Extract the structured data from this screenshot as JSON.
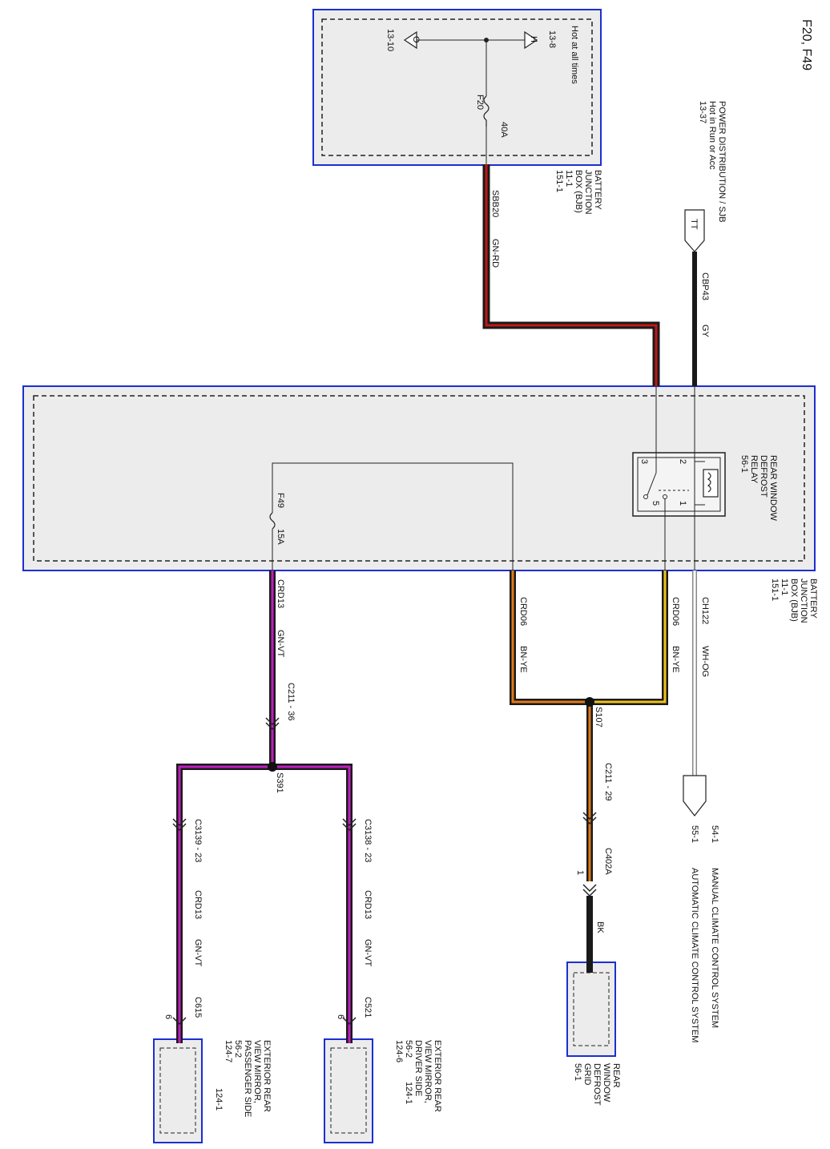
{
  "title": "F20, F49",
  "bjb_top": {
    "hot": "Hot at all times",
    "pin_13_8": "13-8",
    "pin_13_10": "13-10",
    "h": "H",
    "o": "O",
    "fuse_name": "F20",
    "fuse_rating": "40A",
    "name1": "BATTERY",
    "name2": "JUNCTION",
    "name3": "BOX (BJB)",
    "ref1": "11-1",
    "ref2": "151-1"
  },
  "power_dist": {
    "name": "POWER DISTRIBUTION / SJB",
    "state": "Hot in Run or Acc",
    "ref": "13-37",
    "tt": "TT"
  },
  "wires": {
    "sbb20": "SBB20",
    "sbb20_color": "GN-RD",
    "cbp43": "CBP43",
    "cbp43_color": "GY",
    "ch122": "CH122",
    "ch122_color": "WH-OG",
    "crd06": "CRD06",
    "crd06_color": "BN-YE",
    "crd13": "CRD13",
    "crd13_color": "GN-VT",
    "bk": "BK"
  },
  "relay": {
    "name1": "REAR WINDOW",
    "name2": "DEFROST",
    "name3": "RELAY",
    "ref": "56-1",
    "p1": "1",
    "p2": "2",
    "p3": "3",
    "p5": "5"
  },
  "bjb_main": {
    "fuse_name": "F49",
    "fuse_rating": "15A",
    "name1": "BATTERY",
    "name2": "JUNCTION",
    "name3": "BOX (BJB)",
    "ref1": "11-1",
    "ref2": "151-1"
  },
  "connectors": {
    "c211_36": "C211 - 36",
    "c211_29": "C211 - 29",
    "c402a": "C402A",
    "c402a_pin": "1",
    "c3138": "C3138 - 23",
    "c3139": "C3139 - 23",
    "c521": "C521",
    "c521_pin": "6",
    "c615": "C615",
    "c615_pin": "6",
    "s107": "S107",
    "s391": "S391"
  },
  "climate": {
    "ref1": "54-1",
    "name1": "MANUAL CLIMATE CONTROL SYSTEM",
    "ref2": "55-1",
    "name2": "AUTOMATIC CLIMATE CONTROL SYSTEM"
  },
  "grid": {
    "name1": "REAR",
    "name2": "WINDOW",
    "name3": "DEFROST",
    "name4": "GRID",
    "ref": "56-1"
  },
  "mirror_driver": {
    "name1": "EXTERIOR REAR",
    "name2": "VIEW MIRROR,",
    "name3": "DRIVER SIDE",
    "ref1": "56-2",
    "ref2": "124-1",
    "ref3": "124-6"
  },
  "mirror_passenger": {
    "name1": "EXTERIOR REAR",
    "name2": "VIEW MIRROR,",
    "name3": "PASSENGER SIDE",
    "ref1": "56-2",
    "ref2": "124-1",
    "ref3": "124-7"
  },
  "colors": {
    "box_border": "#1c2fd0",
    "box_fill": "#ececec",
    "red": "#c01818",
    "yellow": "#f2c21a",
    "orange": "#e07a18",
    "magenta": "#c01ec0",
    "gray": "#9a9a9a"
  }
}
